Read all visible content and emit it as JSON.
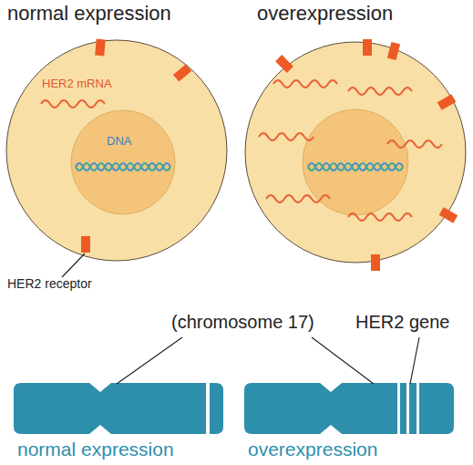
{
  "diagram": {
    "nodes": [
      {
        "text": [
          "normal expression",
          "HER2 mRNA"
        ]
      },
      {
        "text": [
          "DNA"
        ],
        "in": 0
      },
      {
        "text": [
          "overexpression"
        ]
      },
      {
        "text": [
          "normal expression"
        ]
      },
      {
        "text": [
          "overexpression"
        ]
      }
    ],
    "labels": [
      "HER2 receptor",
      "(chromosome 17)",
      "HER2 gene"
    ]
  }
}
